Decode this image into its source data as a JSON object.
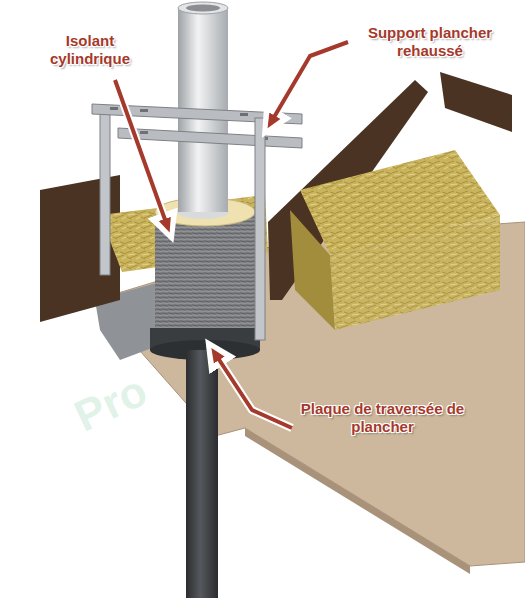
{
  "diagram": {
    "labels": [
      "Isolant cylindrique",
      "Support plancher rehaussé",
      "Plaque de traversée de plancher",
      "Pro"
    ]
  }
}
